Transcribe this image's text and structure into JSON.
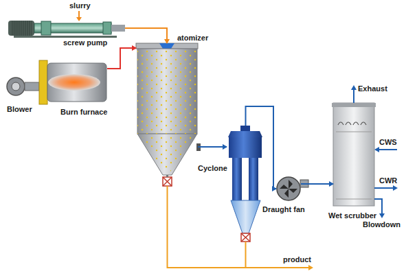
{
  "diagram": {
    "nodes": [
      {
        "text": [
          "screw pump"
        ]
      },
      {
        "text": [
          "Blower"
        ]
      },
      {
        "text": [
          "Burn furnace"
        ]
      },
      {
        "text": [
          "atomizer"
        ]
      },
      {
        "text": [
          "Cyclone"
        ]
      },
      {
        "text": [
          "Draught fan"
        ]
      },
      {
        "text": [
          "Wet scrubber"
        ]
      }
    ],
    "edges": [
      {
        "from": 0,
        "to": 3,
        "arrow": "to"
      },
      {
        "from": 2,
        "to": 3,
        "arrow": "to"
      },
      {
        "from": 3,
        "to": 4,
        "arrow": "to"
      },
      {
        "from": 4,
        "to": 5,
        "arrow": "to"
      },
      {
        "from": 5,
        "to": 6,
        "arrow": "to"
      }
    ],
    "labels": [
      "slurry",
      "Exhaust",
      "CWS",
      "CWR",
      "Blowdown",
      "product"
    ]
  }
}
